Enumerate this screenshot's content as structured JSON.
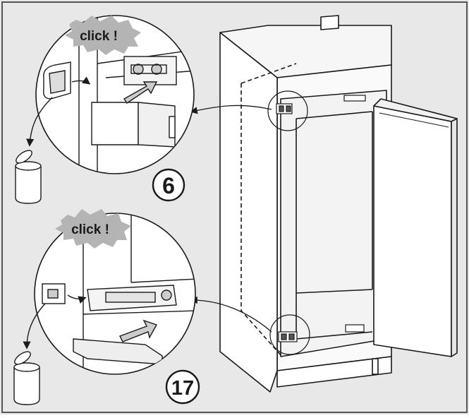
{
  "callouts": {
    "top_click": "click !",
    "bottom_click": "click !",
    "top_step": "6",
    "bottom_step": "17"
  },
  "icons": [
    "trash-bin-icon",
    "trash-bin-icon"
  ],
  "colors": {
    "background": "#e8e8e8",
    "line": "#1a1a1a",
    "burst": "#b4b4b4",
    "frame": "#555555"
  }
}
